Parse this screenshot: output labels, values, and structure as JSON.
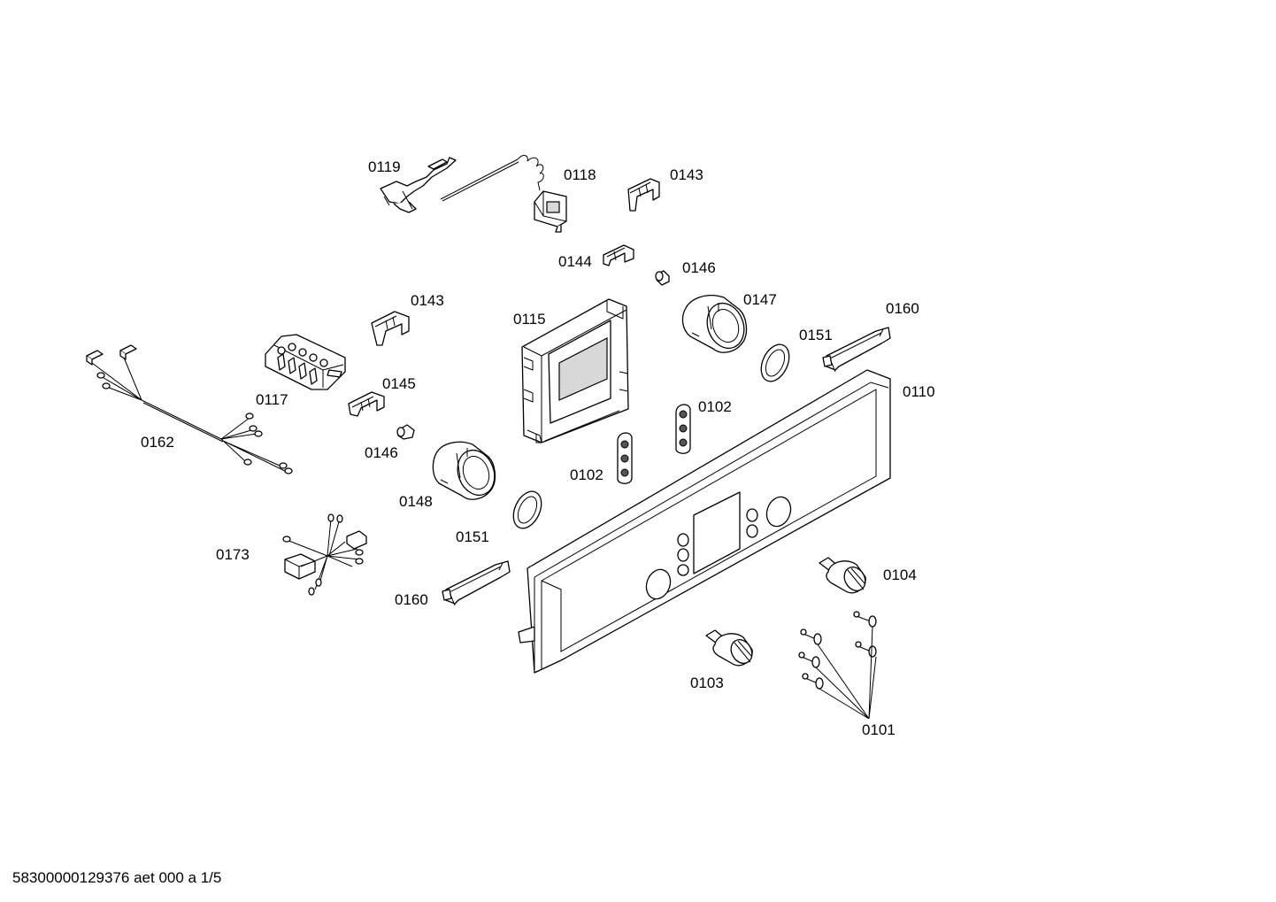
{
  "labels": {
    "p0119": "0119",
    "p0118": "0118",
    "p0143_top": "0143",
    "p0144": "0144",
    "p0146_top": "0146",
    "p0143_mid": "0143",
    "p0115": "0115",
    "p0147": "0147",
    "p0160_top": "0160",
    "p0151_top": "0151",
    "p0110": "0110",
    "p0117": "0117",
    "p0145": "0145",
    "p0162": "0162",
    "p0146_mid": "0146",
    "p0102_right": "0102",
    "p0102_left": "0102",
    "p0148": "0148",
    "p0151_mid": "0151",
    "p0173": "0173",
    "p0160_bot": "0160",
    "p0104": "0104",
    "p0103": "0103",
    "p0101": "0101"
  },
  "footer": "58300000129376 aet 000 a 1/5"
}
